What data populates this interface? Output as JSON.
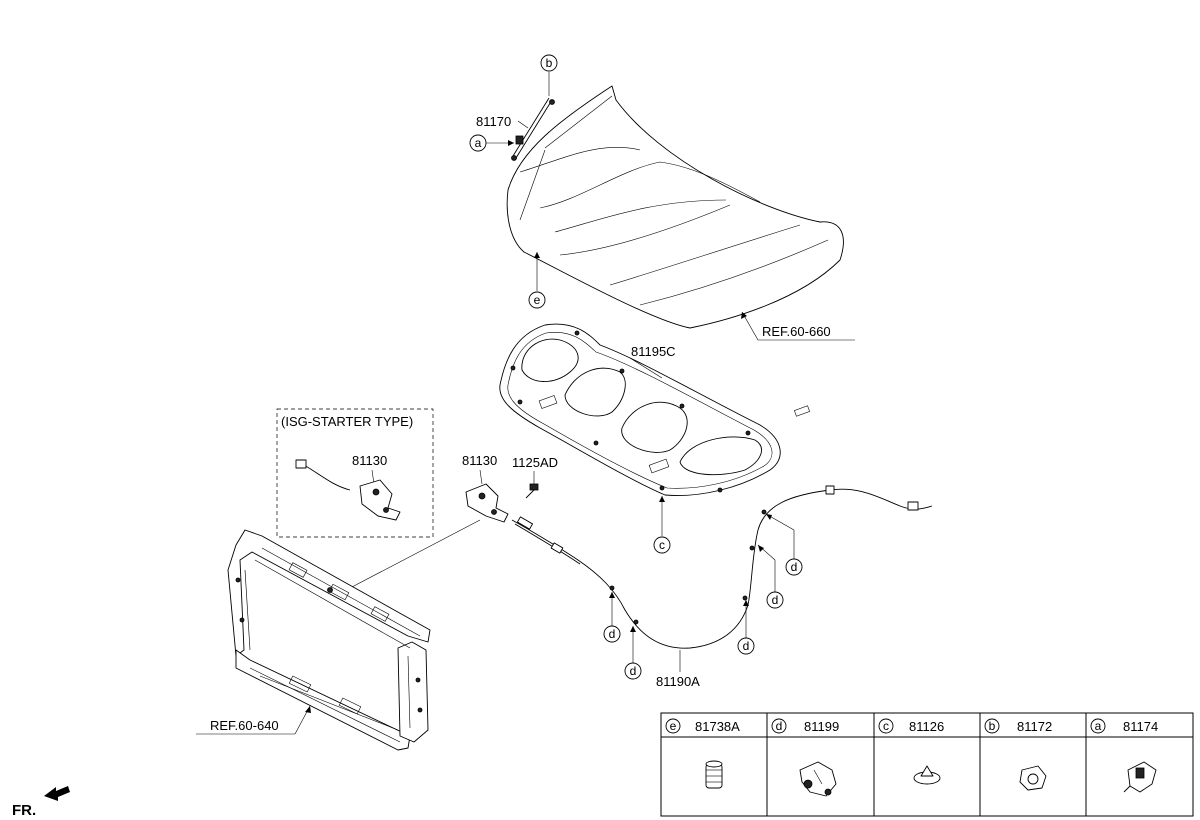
{
  "labels": {
    "hood_strut": "81170",
    "ref_hood": "REF.60-660",
    "insulator": "81195C",
    "isg_title": "(ISG-STARTER TYPE)",
    "latch_isg": "81130",
    "latch": "81130",
    "bolt": "1125AD",
    "cable": "81190A",
    "ref_carrier": "REF.60-640",
    "fr": "FR."
  },
  "callout_letters": {
    "a": "a",
    "b": "b",
    "c": "c",
    "d": "d",
    "e": "e"
  },
  "legend": [
    {
      "letter": "e",
      "part": "81738A",
      "icon": "bumper-stopper-icon"
    },
    {
      "letter": "d",
      "part": "81199",
      "icon": "cable-clip-icon"
    },
    {
      "letter": "c",
      "part": "81126",
      "icon": "push-clip-icon"
    },
    {
      "letter": "b",
      "part": "81172",
      "icon": "ball-stud-icon"
    },
    {
      "letter": "a",
      "part": "81174",
      "icon": "bracket-icon"
    }
  ]
}
